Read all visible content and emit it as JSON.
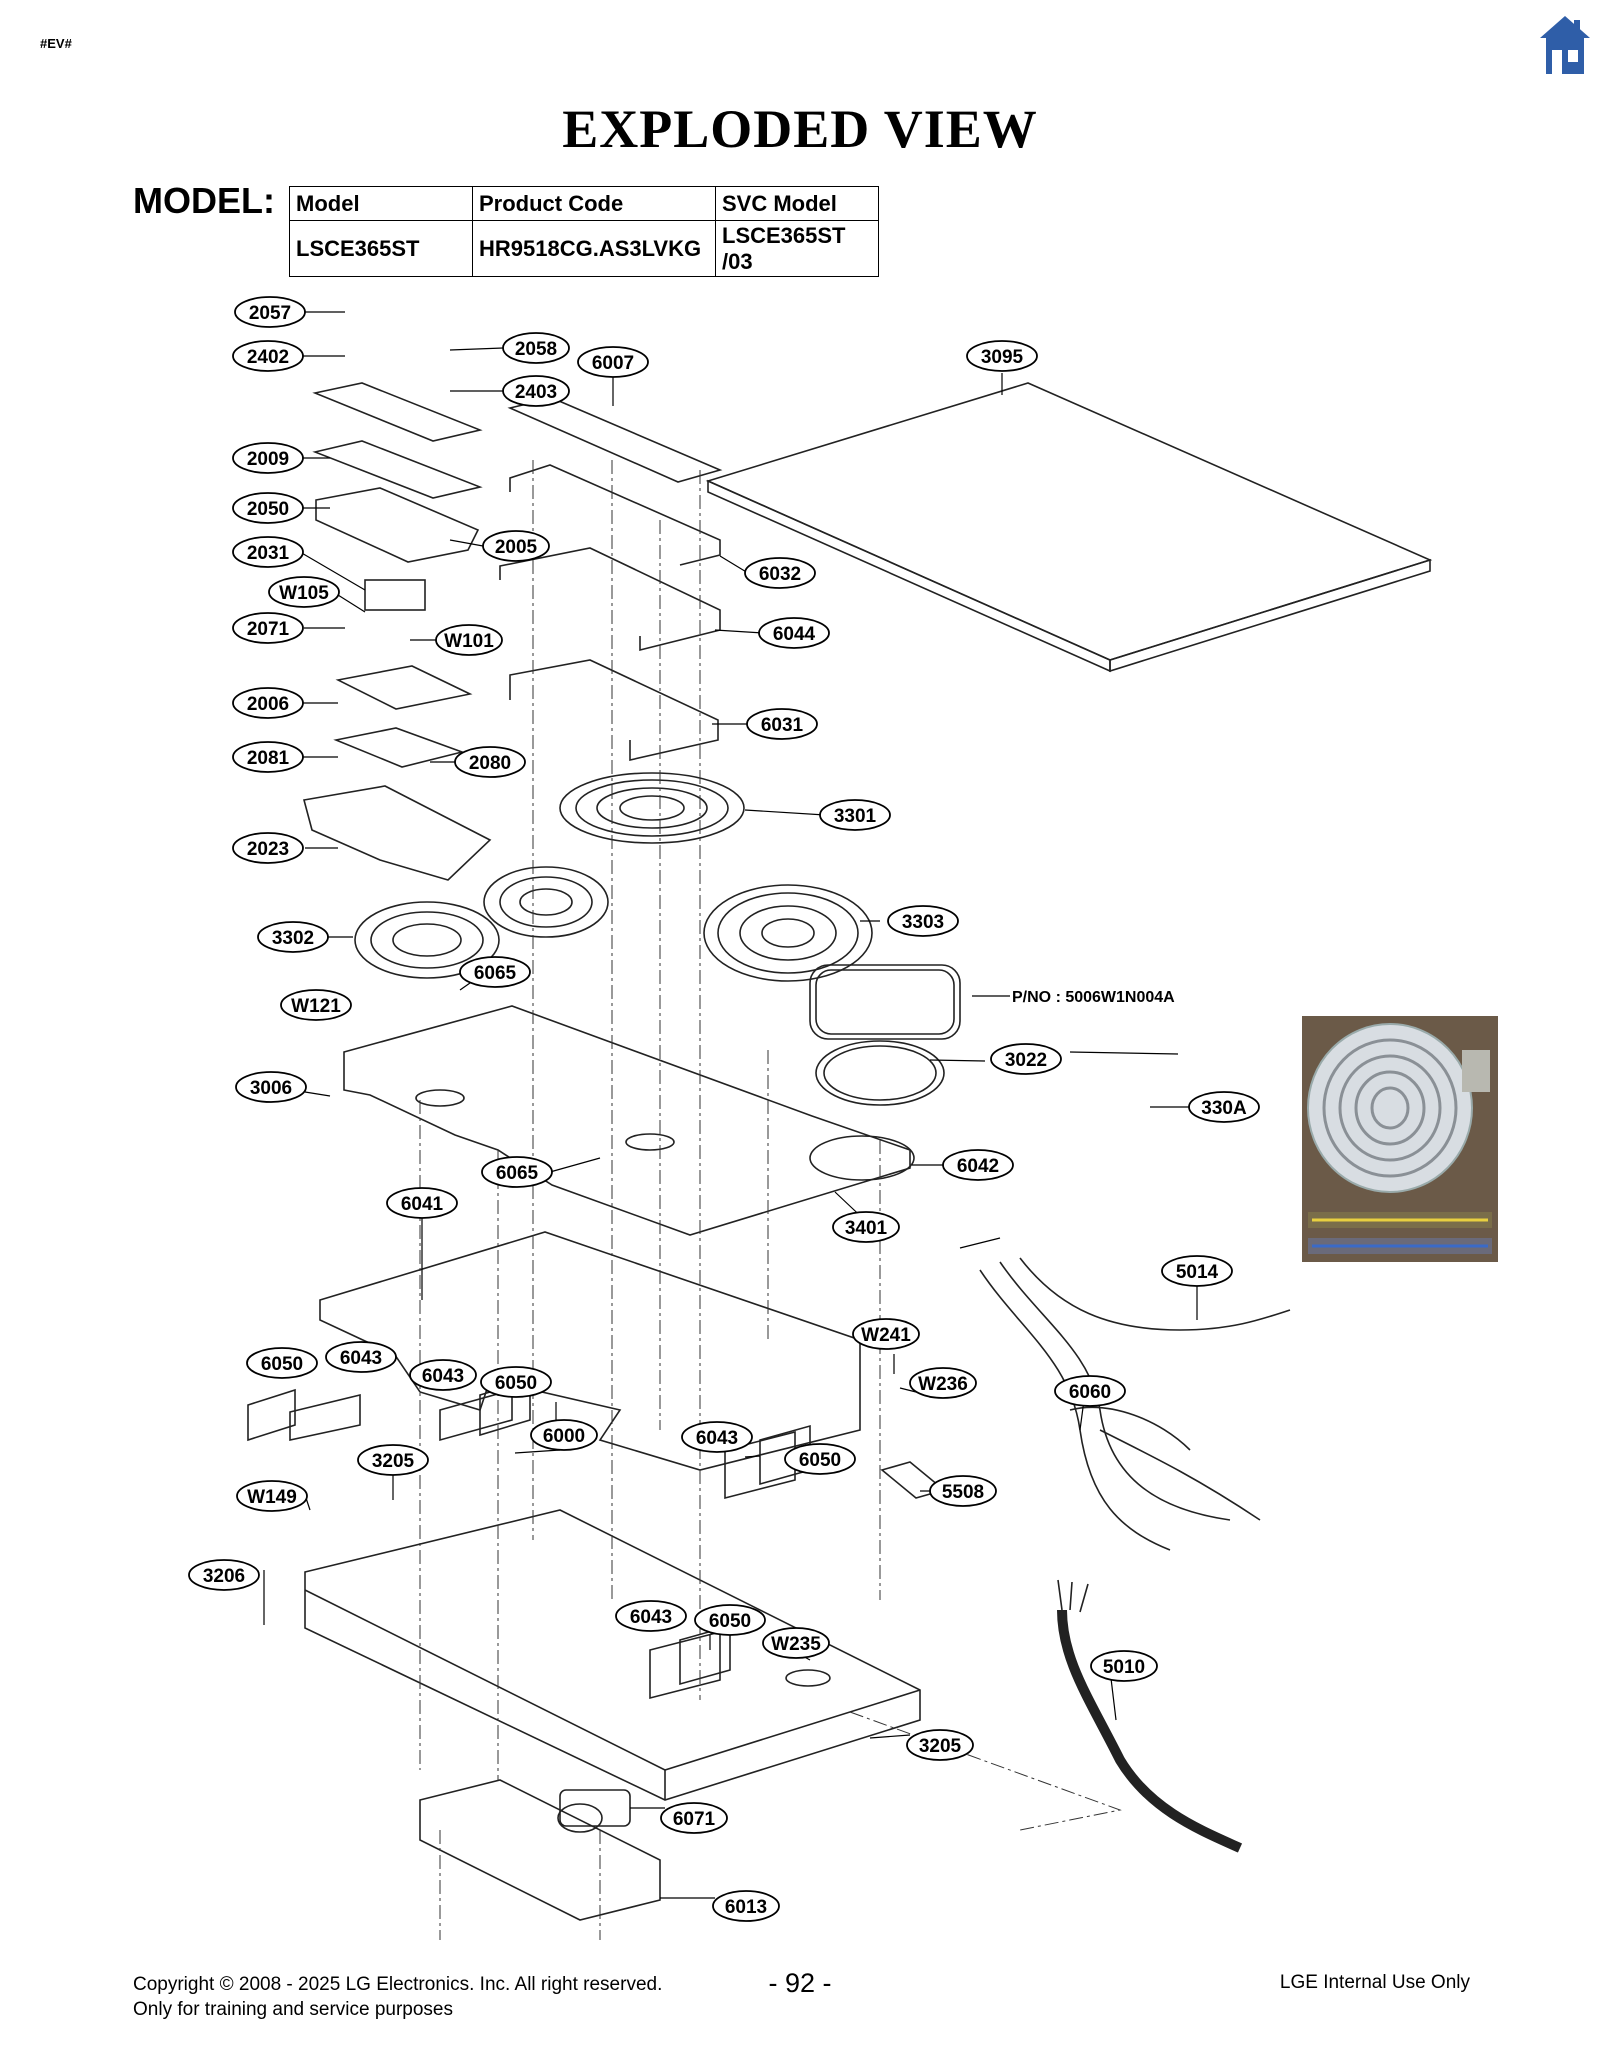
{
  "header": {
    "tag": "#EV#",
    "title": "EXPLODED VIEW",
    "home_icon": "home-icon"
  },
  "model_table": {
    "label": "MODEL:",
    "headers": [
      "Model",
      "Product Code",
      "SVC Model"
    ],
    "row": [
      "LSCE365ST",
      "HR9518CG.AS3LVKG",
      "LSCE365ST /03"
    ]
  },
  "parts": {
    "p2057": "2057",
    "p2058": "2058",
    "p2402": "2402",
    "p2403": "2403",
    "p6007": "6007",
    "p3095": "3095",
    "p2009": "2009",
    "p2050": "2050",
    "p2005": "2005",
    "p2031": "2031",
    "p6032": "6032",
    "pW105": "W105",
    "p2071": "2071",
    "pW101": "W101",
    "p6044": "6044",
    "p2006": "2006",
    "p6031": "6031",
    "p2081": "2081",
    "p2080": "2080",
    "p3301": "3301",
    "p2023": "2023",
    "p3303": "3303",
    "p3302": "3302",
    "p6065a": "6065",
    "pW121": "W121",
    "p3022": "3022",
    "p3006": "3006",
    "p330A": "330A",
    "p6065b": "6065",
    "p6042": "6042",
    "p3401": "3401",
    "p6041": "6041",
    "p5014": "5014",
    "pW241": "W241",
    "p6050a": "6050",
    "p6043a": "6043",
    "p6043b": "6043",
    "p6050b": "6050",
    "pW236": "W236",
    "p6060": "6060",
    "p6000": "6000",
    "p6043c": "6043",
    "p6050c": "6050",
    "p3205a": "3205",
    "p5508": "5508",
    "pW149": "W149",
    "p3206": "3206",
    "p6043d": "6043",
    "p6050d": "6050",
    "pW235": "W235",
    "p5010": "5010",
    "p3205b": "3205",
    "p6071": "6071",
    "p6013": "6013"
  },
  "pno_label": "P/NO : 5006W1N004A",
  "footer": {
    "copyright": "Copyright © 2008 - 2025 LG Electronics. Inc. All right reserved.",
    "training": "Only for training and service purposes",
    "page": "- 92 -",
    "internal": "LGE Internal Use Only"
  },
  "colors": {
    "home_icon": "#2f5ea8",
    "ink": "#000000",
    "line": "#333333"
  }
}
